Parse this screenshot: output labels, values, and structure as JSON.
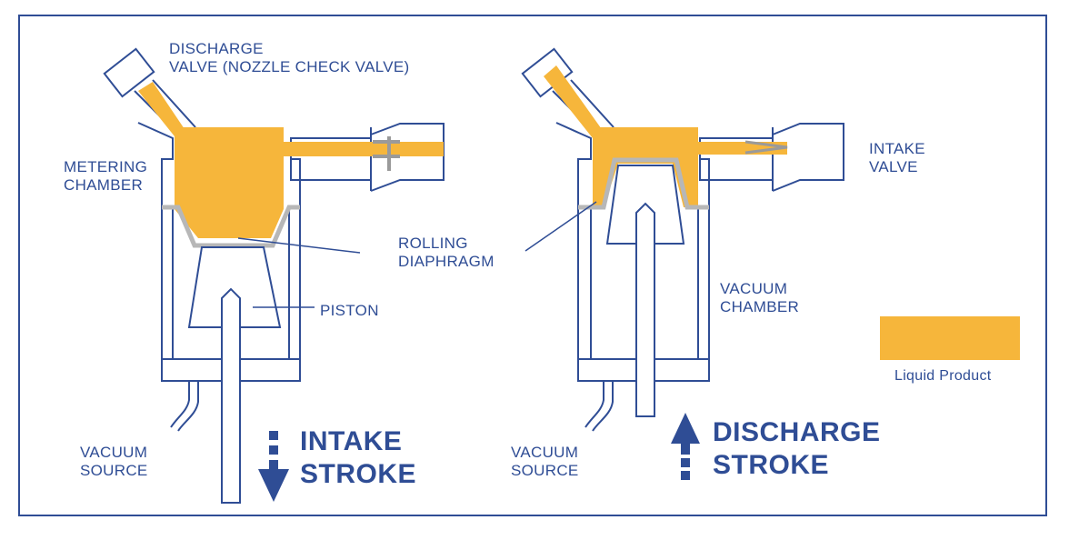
{
  "colors": {
    "outline": "#2f4d95",
    "liquid": "#f6b63b",
    "diaphragm": "#b7b7b7",
    "background": "#ffffff"
  },
  "labels": {
    "discharge_valve_line1": "DISCHARGE",
    "discharge_valve_line2": "VALVE  (NOZZLE CHECK VALVE)",
    "metering_chamber_line1": "METERING",
    "metering_chamber_line2": "CHAMBER",
    "rolling_diaphragm_line1": "ROLLING",
    "rolling_diaphragm_line2": "DIAPHRAGM",
    "piston": "PISTON",
    "intake_valve_line1": "INTAKE",
    "intake_valve_line2": "VALVE",
    "vacuum_chamber_line1": "VACUUM",
    "vacuum_chamber_line2": "CHAMBER",
    "vacuum_source_left_line1": "VACUUM",
    "vacuum_source_left_line2": "SOURCE",
    "vacuum_source_right_line1": "VACUUM",
    "vacuum_source_right_line2": "SOURCE"
  },
  "strokes": {
    "intake_line1": "INTAKE",
    "intake_line2": "STROKE",
    "discharge_line1": "DISCHARGE",
    "discharge_line2": "STROKE"
  },
  "legend": {
    "label": "Liquid Product"
  }
}
